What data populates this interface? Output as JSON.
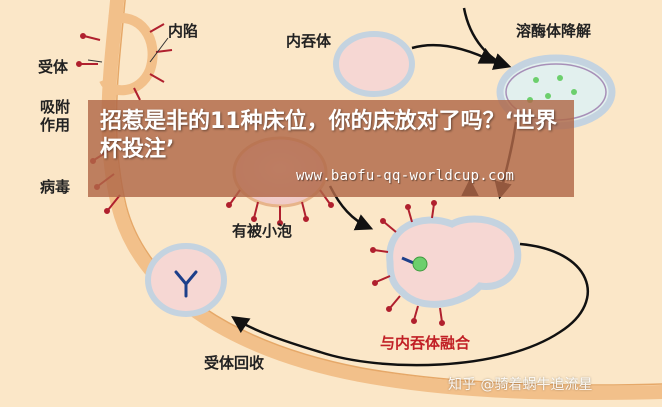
{
  "labels": {
    "receptor": "受体",
    "adsorption": "吸附\n作用",
    "virus": "病毒",
    "invagination": "内陷",
    "endosome": "内吞体",
    "lysosomal_degradation": "溶酶体降解",
    "coated_vesicle": "有被小泡",
    "fusion_with_endosome": "与内吞体融合",
    "receptor_recycling": "受体回收"
  },
  "overlay": {
    "title": "招惹是非的11种床位，你的床放对了吗？‘世界杯投注’",
    "url": "www.baofu-qq-worldcup.com"
  },
  "watermark": "知乎 @骑着蜗牛追流星",
  "colors": {
    "background": "#fbe7c8",
    "membrane": "#f2c08a",
    "vesicle_fill": "#f6d7d3",
    "vesicle_rim": "#c4d3e0",
    "receptor": "#b0202e",
    "lysosome_fill": "#e2f0ee",
    "ligand": "#6ccf6c",
    "arrow": "#111111",
    "overlay": "#b06848"
  }
}
